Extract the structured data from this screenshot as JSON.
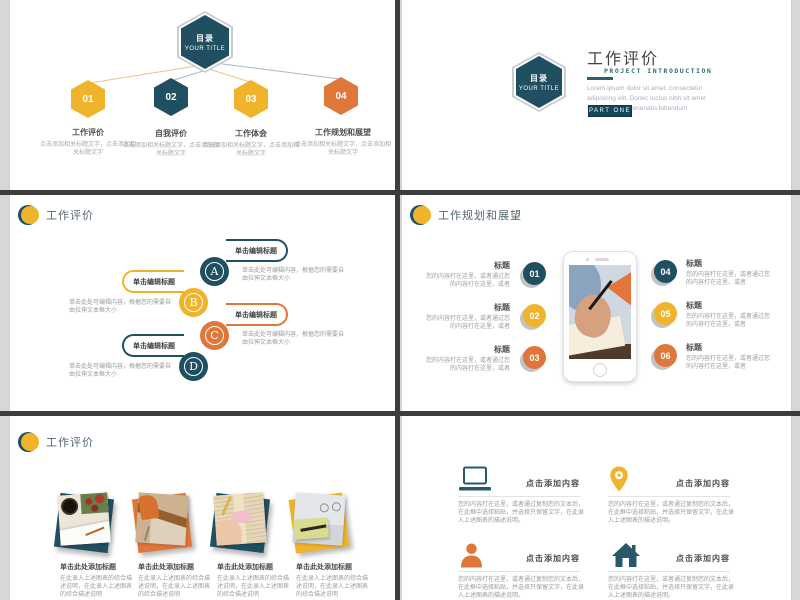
{
  "colors": {
    "teal": "#1f4f61",
    "yellow": "#efb32c",
    "orange": "#e0773a",
    "divider": "#3d3d3d"
  },
  "slide1": {
    "hex_title": "目录",
    "hex_subtitle": "YOUR TITLE",
    "items": [
      {
        "num": "01",
        "label": "工作评价",
        "desc": "点击添加相关标题文字，点击添加相关标题文字"
      },
      {
        "num": "02",
        "label": "自我评价",
        "desc": "点击添加相关标题文字，点击添加相关标题文字"
      },
      {
        "num": "03",
        "label": "工作体会",
        "desc": "点击添加相关标题文字，点击添加相关标题文字"
      },
      {
        "num": "04",
        "label": "工作规划和展望",
        "desc": "点击添加相关标题文字，点击添加相关标题文字"
      }
    ]
  },
  "slide2": {
    "hex_title": "目录",
    "hex_subtitle": "YOUR TITLE",
    "title": "工作评价",
    "subtitle": "PROJECT INTRODUCTION",
    "body": "Lorem ipsum dolor sit amet, consectetur adipiscing elit. Donec luctus nibh sit amet sem vulputate venenatis bibendum",
    "button": "PART ONE"
  },
  "slide3": {
    "header": "工作评价",
    "items": [
      {
        "letter": "A",
        "title": "单击编辑标题",
        "desc": "单击此处可编辑内容，根据您的需要自由拉伸文本框大小"
      },
      {
        "letter": "B",
        "title": "单击编辑标题",
        "desc": "单击此处可编辑内容，根据您的需要自由拉伸文本框大小"
      },
      {
        "letter": "C",
        "title": "单击编辑标题",
        "desc": "单击此处可编辑内容，根据您的需要自由拉伸文本框大小"
      },
      {
        "letter": "D",
        "title": "单击编辑标题",
        "desc": "单击此处可编辑内容，根据您的需要自由拉伸文本框大小"
      }
    ]
  },
  "slide4": {
    "header": "工作规划和展望",
    "items": [
      {
        "num": "01",
        "title": "标题",
        "desc": "您的内容打在这里，或者通过您的内容打在这里，或者"
      },
      {
        "num": "02",
        "title": "标题",
        "desc": "您的内容打在这里，或者通过您的内容打在这里，或者"
      },
      {
        "num": "03",
        "title": "标题",
        "desc": "您的内容打在这里，或者通过您的内容打在这里，或者"
      },
      {
        "num": "04",
        "title": "标题",
        "desc": "您的内容打在这里，或者通过您的内容打在这里，或者"
      },
      {
        "num": "05",
        "title": "标题",
        "desc": "您的内容打在这里，或者通过您的内容打在这里，或者"
      },
      {
        "num": "06",
        "title": "标题",
        "desc": "您的内容打在这里，或者通过您的内容打在这里，或者"
      }
    ]
  },
  "slide5": {
    "header": "工作评价",
    "items": [
      {
        "photo": "coffee-and-paper",
        "title": "单击此处添加标题",
        "desc": "在此录入上述图表的综合描述说明，在此录入上述图表的综合描述说明"
      },
      {
        "photo": "orange-chair-desk",
        "title": "单击此处添加标题",
        "desc": "在此录入上述图表的综合描述说明，在此录入上述图表的综合描述说明"
      },
      {
        "photo": "writing-in-book",
        "title": "单击此处添加标题",
        "desc": "在此录入上述图表的综合描述说明，在此录入上述图表的综合描述说明"
      },
      {
        "photo": "notebook-pen-glasses",
        "title": "单击此处添加标题",
        "desc": "在此录入上述图表的综合描述说明，在此录入上述图表的综合描述说明"
      }
    ]
  },
  "slide6": {
    "items": [
      {
        "icon": "laptop",
        "title": "点击添加内容",
        "desc": "您的内容打在这里，或者通过复制您的文本后，在此框中选择粘贴，并选择只保留文字，在此录入上述图表的描述说明。"
      },
      {
        "icon": "map-pin",
        "title": "点击添加内容",
        "desc": "您的内容打在这里，或者通过复制您的文本后，在此框中选择粘贴，并选择只保留文字，在此录入上述图表的描述说明。"
      },
      {
        "icon": "person",
        "title": "点击添加内容",
        "desc": "您的内容打在这里，或者通过复制您的文本后，在此框中选择粘贴，并选择只保留文字，在此录入上述图表的描述说明。"
      },
      {
        "icon": "house",
        "title": "点击添加内容",
        "desc": "您的内容打在这里，或者通过复制您的文本后，在此框中选择粘贴，并选择只保留文字，在此录入上述图表的描述说明。"
      }
    ]
  }
}
